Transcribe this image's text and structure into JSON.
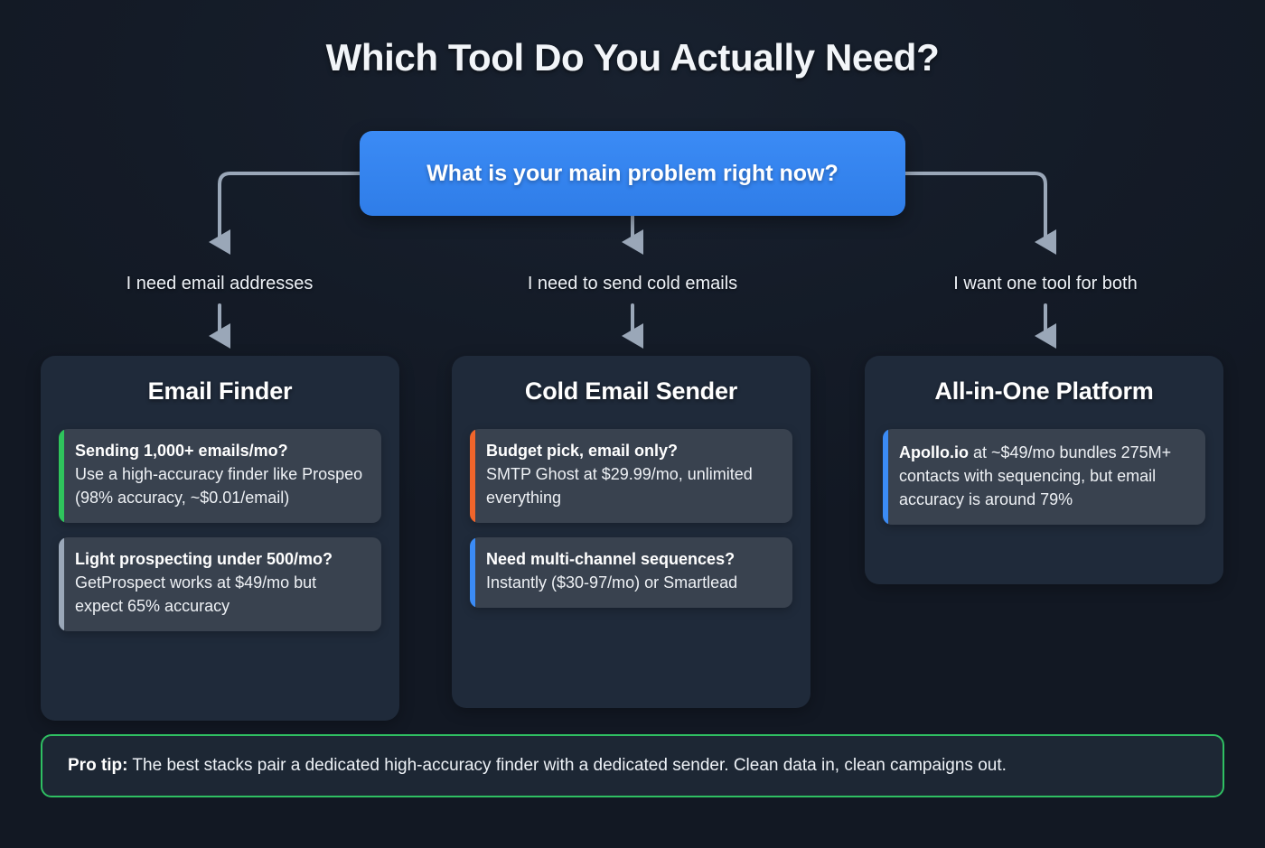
{
  "page": {
    "title": "Which Tool Do You Actually Need?",
    "background_color": "#141c29",
    "card_background_color": "#1f2a3a",
    "item_background_color": "#39424f"
  },
  "root": {
    "question": "What is your main problem right now?",
    "color": "#3b8bf5"
  },
  "connector_color": "#9aa7b8",
  "branches": [
    {
      "label": "I need email addresses"
    },
    {
      "label": "I need to send cold emails"
    },
    {
      "label": "I want one tool for both"
    }
  ],
  "columns": [
    {
      "title": "Email Finder",
      "items": [
        {
          "accent": "#2fc45c",
          "lead": "Sending 1,000+ emails/mo?",
          "body": "Use a high-accuracy finder like Prospeo (98% accuracy, ~$0.01/email)"
        },
        {
          "accent": "#9aa7b8",
          "lead": "Light prospecting under 500/mo?",
          "body": "GetProspect works at $49/mo but expect 65% accuracy"
        }
      ]
    },
    {
      "title": "Cold Email Sender",
      "items": [
        {
          "accent": "#f0652b",
          "lead": "Budget pick, email only?",
          "body": "SMTP Ghost at $29.99/mo, unlimited everything"
        },
        {
          "accent": "#3b8bf5",
          "lead": "Need multi-channel sequences?",
          "body": "Instantly ($30-97/mo) or Smartlead"
        }
      ]
    },
    {
      "title": "All-in-One Platform",
      "items": [
        {
          "accent": "#3b8bf5",
          "inline_bold": "Apollo.io",
          "inline_rest": " at ~$49/mo bundles 275M+ contacts with sequencing, but email accuracy is around 79%"
        }
      ]
    }
  ],
  "protip": {
    "label": "Pro tip:",
    "text": " The best stacks pair a dedicated high-accuracy finder with a dedicated sender. Clean data in, clean campaigns out.",
    "border_color": "#2fbf62"
  }
}
